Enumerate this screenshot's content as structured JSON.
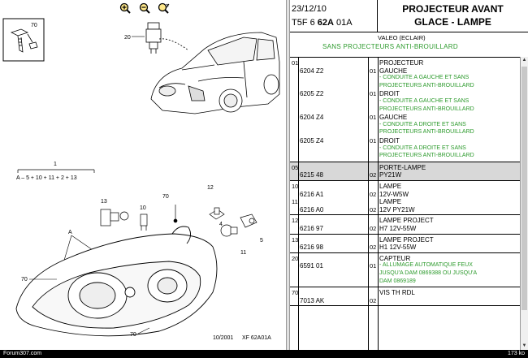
{
  "toolbar": {
    "zoom_in_icon": "zoom-in-icon",
    "zoom_out_icon": "zoom-out-icon",
    "zoom_fit_icon": "zoom-fit-icon"
  },
  "diagram": {
    "callouts": {
      "c70_box": "70",
      "c20": "20",
      "c1": "1",
      "formula": "A – 5 + 10 + 11 + 2 + 13",
      "c13": "13",
      "c10": "10",
      "c70": "70",
      "c12": "12",
      "cA": "A",
      "c5": "5",
      "c11": "11",
      "c70b": "70",
      "c70c": "70",
      "c4": "4",
      "date_ref": "10/2001",
      "xf_ref": "XF 62A01A"
    }
  },
  "header": {
    "date": "23/12/10",
    "code_prefix": "T5F 6 ",
    "code_bold": "62A",
    "code_suffix": " 01A",
    "title_line1": "PROJECTEUR AVANT",
    "title_line2": "GLACE - LAMPE",
    "maker": "VALEO (ECLAIR)",
    "subtitle": "SANS PROJECTEURS ANTI-BROUILLARD"
  },
  "parts": [
    {
      "lines": [
        {
          "num": "01",
          "desc": "PROJECTEUR"
        },
        {
          "ref": "6204 Z2",
          "qty": "01",
          "desc": "GAUCHE"
        },
        {
          "note": "- CONDUITE A GAUCHE ET SANS"
        },
        {
          "note": "PROJECTEURS ANTI-BROUILLARD"
        },
        {
          "ref": "6205 Z2",
          "qty": "01",
          "desc": "DROIT"
        },
        {
          "note": "- CONDUITE A GAUCHE ET SANS"
        },
        {
          "note": "PROJECTEURS ANTI-BROUILLARD"
        },
        {
          "ref": "6204 Z4",
          "qty": "01",
          "desc": "GAUCHE"
        },
        {
          "note": "- CONDUITE A DROITE ET SANS"
        },
        {
          "note": "PROJECTEURS ANTI-BROUILLARD"
        },
        {
          "ref": "6205 Z4",
          "qty": "01",
          "desc": "DROIT"
        },
        {
          "note": "- CONDUITE A DROITE ET SANS"
        },
        {
          "note": "PROJECTEURS ANTI-BROUILLARD"
        }
      ]
    },
    {
      "highlight": true,
      "lines": [
        {
          "num": "05",
          "desc": "PORTE-LAMPE"
        },
        {
          "ref": "6215 48",
          "qty": "02",
          "desc": "PY21W"
        }
      ]
    },
    {
      "lines": [
        {
          "num": "10",
          "desc": "LAMPE"
        },
        {
          "ref": "6216 A1",
          "qty": "02",
          "desc": "12V-W5W"
        },
        {
          "num": "11",
          "desc": "LAMPE"
        },
        {
          "ref": "6216 A0",
          "qty": "02",
          "desc": "12V PY21W"
        }
      ]
    },
    {
      "lines": [
        {
          "num": "12",
          "desc": "LAMPE PROJECT"
        },
        {
          "ref": "6216 97",
          "qty": "02",
          "desc": "H7 12V-55W"
        }
      ]
    },
    {
      "lines": [
        {
          "num": "13",
          "desc": "LAMPE PROJECT"
        },
        {
          "ref": "6216 98",
          "qty": "02",
          "desc": "H1 12V-55W"
        }
      ]
    },
    {
      "lines": [
        {
          "num": "20",
          "desc": "CAPTEUR"
        },
        {
          "ref": "6591 01",
          "qty": "01",
          "note": "- ALLUMAGE AUTOMATIQUE FEUX"
        },
        {
          "note": "JUSQU'A DAM 0869388 OU JUSQU'A"
        },
        {
          "note": "DAM 0869189"
        }
      ]
    },
    {
      "lines": [
        {
          "num": "70",
          "desc": "VIS TH RDL"
        },
        {
          "ref": "7013 AK",
          "qty": "02"
        }
      ]
    }
  ],
  "scrollbar": {
    "up": "▲",
    "down": "▼"
  },
  "status": {
    "left": "Forum307.com",
    "right": "173 ko"
  }
}
